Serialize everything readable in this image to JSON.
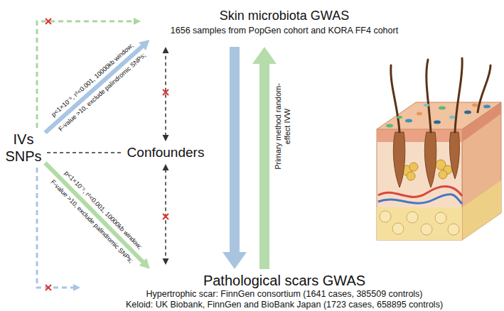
{
  "diagram": {
    "nodes": [
      {
        "text": [
          "Skin microbiota GWAS",
          "1656 samples from PopGen cohort and KORA FF4 cohort"
        ]
      },
      {
        "text": [
          "IVs SNPs"
        ]
      },
      {
        "text": [
          "Confounders"
        ]
      },
      {
        "text": [
          "Pathological scars GWAS",
          "Hypertrophic scar: FinnGen consortium (1641 cases, 385509 controls)",
          "Keloid: UK Biobank, FinnGen and BioBank Japan (1723 cases, 658895 controls)"
        ]
      }
    ],
    "edges": [
      {
        "from": 1,
        "to": 0,
        "arrow": "to",
        "label": "p<1×10⁻⁵, r²<0.001, 10000kb window;"
      },
      {
        "from": 1,
        "to": 3,
        "arrow": "to",
        "label": "p<1×10⁻⁵, r²<0.001, 10000kb window;"
      },
      {
        "from": 1,
        "to": 0,
        "arrow": "to"
      },
      {
        "from": 1,
        "to": 3,
        "arrow": "to"
      },
      {
        "from": 1,
        "to": 2,
        "arrow": "none"
      },
      {
        "from": 2,
        "to": 0,
        "arrow": "both"
      },
      {
        "from": 2,
        "to": 3,
        "arrow": "both"
      },
      {
        "from": 0,
        "to": 3,
        "arrow": "to"
      },
      {
        "from": 3,
        "to": 0,
        "arrow": "to",
        "label": "Primary method random-effect IVW"
      }
    ],
    "labels": [
      "F-value >10, exclude palindromic SNPs;",
      "F-value >10, exclude palindromic SNPs;"
    ]
  }
}
